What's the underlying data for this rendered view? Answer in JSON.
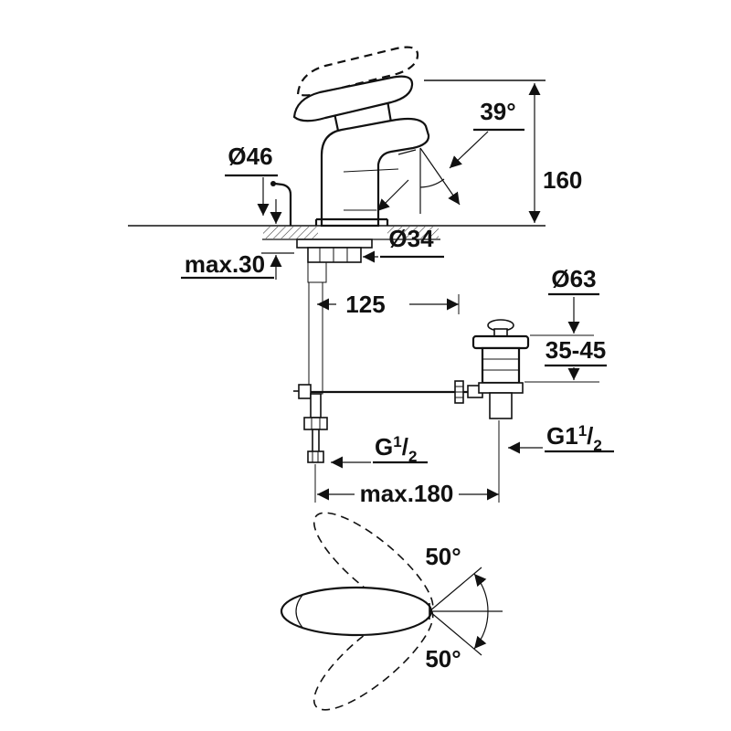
{
  "labels": {
    "dia46": "Ø46",
    "angle39": "39°",
    "h160": "160",
    "max30": "max.30",
    "dia34": "Ø34",
    "proj125": "125",
    "dia63": "Ø63",
    "range3545": "35-45",
    "g12": {
      "base": "G",
      "num": "1",
      "slash": "/",
      "den": "2"
    },
    "g112": {
      "base": "G1",
      "num": "1",
      "slash": "/",
      "den": "2"
    },
    "max180": "max.180",
    "swing_up": "50°",
    "swing_down": "50°"
  },
  "colors": {
    "line": "#111111",
    "background": "#ffffff"
  }
}
